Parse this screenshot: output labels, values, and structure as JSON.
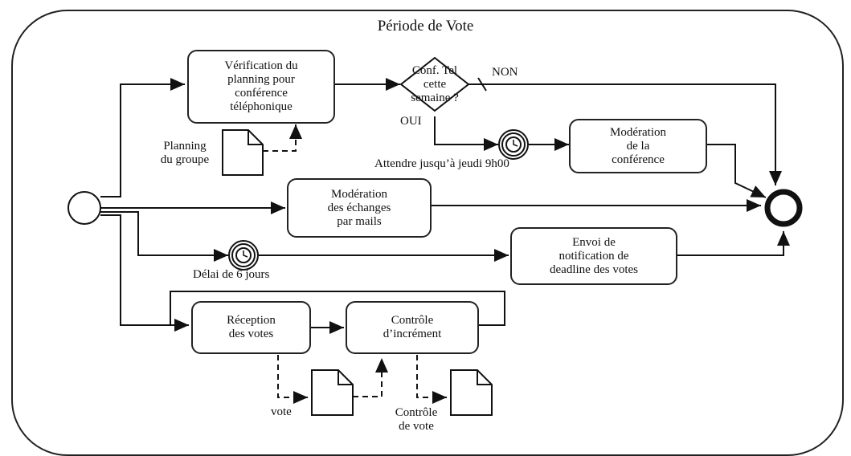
{
  "pool": {
    "title": "Période de Vote"
  },
  "tasks": {
    "verification": "Vérification du\nplanning  pour\nconférence\ntéléphonique",
    "moderation_conference": "Modération\nde la\nconférence",
    "moderation_mails": "Modération\ndes échanges\npar mails",
    "envoi_notification": "Envoi de\nnotification de\ndeadline des votes",
    "reception_votes": "Réception\ndes votes",
    "controle_increment": "Contrôle\nd’incrément"
  },
  "gateway": {
    "question": "Conf. Tel\ncette\nsemaine ?",
    "yes": "OUI",
    "no": "NON"
  },
  "timers": {
    "jeudi": "Attendre jusqu’à jeudi 9h00",
    "delai": "Délai de 6 jours"
  },
  "documents": {
    "planning": "Planning\ndu groupe",
    "vote": "vote",
    "controle_vote": "Contrôle\nde vote"
  }
}
